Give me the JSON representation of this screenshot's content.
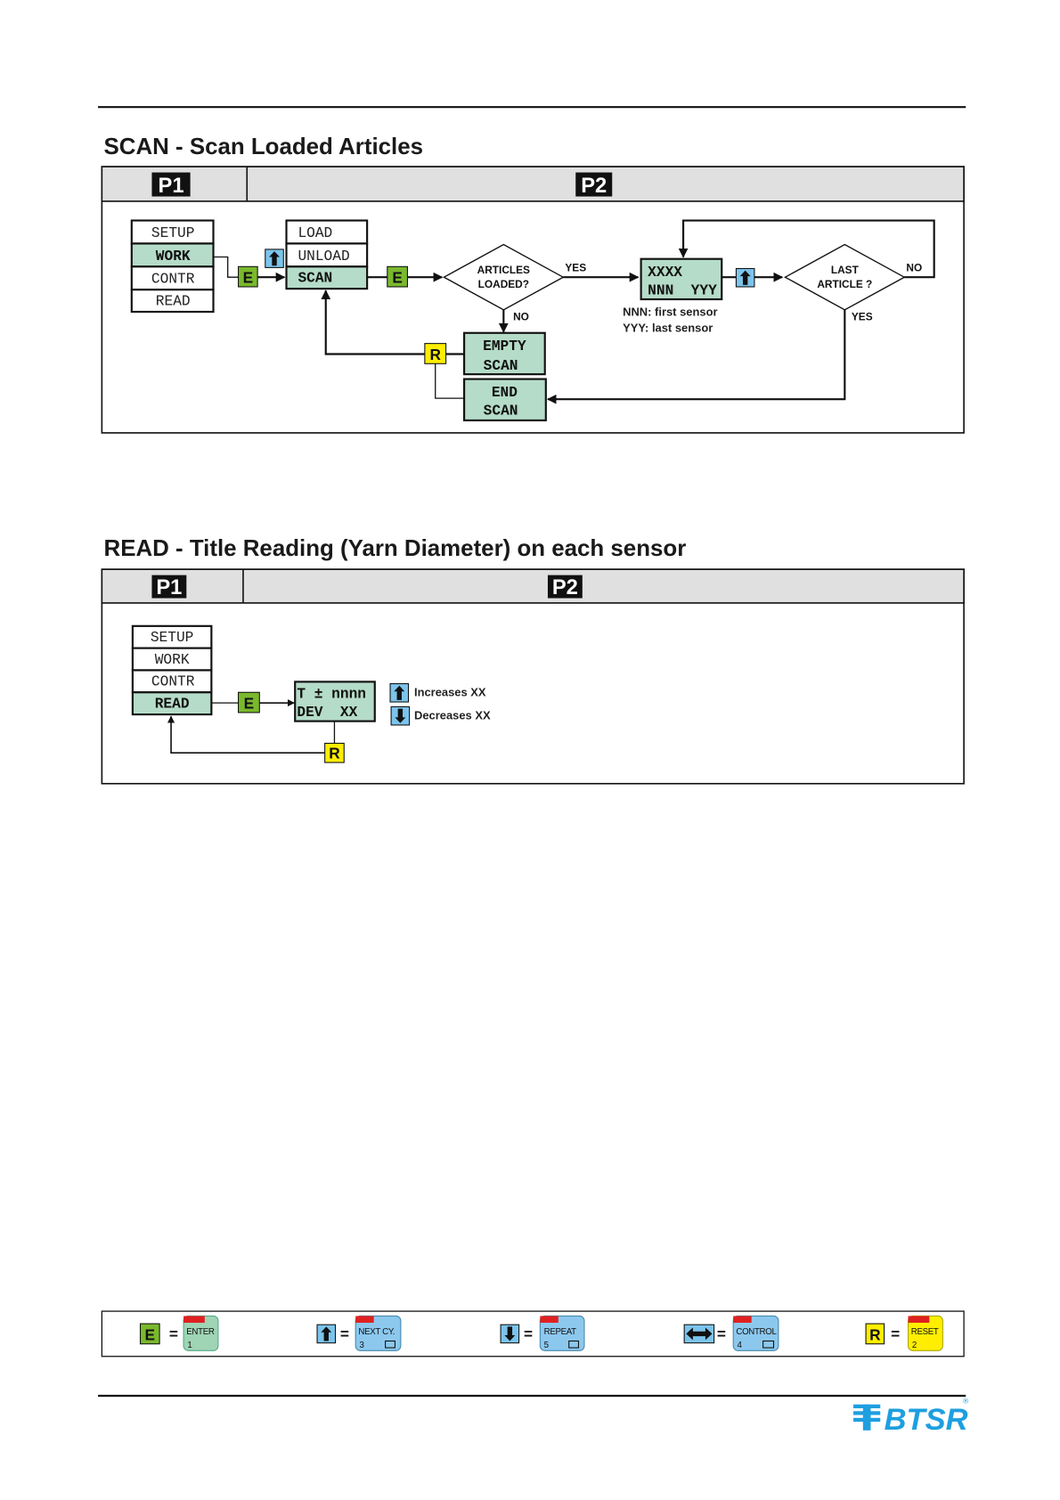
{
  "colors": {
    "green_key": "#7ab92d",
    "menu_selected": "#b5dcc8",
    "reset_key": "#ffee00",
    "arrow_key": "#7cc4ec",
    "header_fill": "#e0e0e0",
    "logo": "#1e9fe0"
  },
  "scan": {
    "title": "SCAN - Scan Loaded Articles",
    "p1": "P1",
    "p2": "P2",
    "menu": [
      "SETUP",
      "WORK",
      "CONTR",
      "READ"
    ],
    "submenu": [
      "LOAD",
      "UNLOAD",
      "SCAN"
    ],
    "key_e": "E",
    "key_r": "R",
    "decision1": [
      "ARTICLES",
      "LOADED?"
    ],
    "yes": "YES",
    "no": "NO",
    "empty_scan": [
      "EMPTY",
      "SCAN"
    ],
    "end_scan": [
      "END",
      "SCAN"
    ],
    "display": [
      "XXXX",
      "NNN  YYY"
    ],
    "notes": [
      "NNN: first sensor",
      "YYY: last sensor"
    ],
    "decision2": [
      "LAST",
      "ARTICLE ?"
    ]
  },
  "read": {
    "title": "READ - Title Reading (Yarn Diameter) on each sensor",
    "p1": "P1",
    "p2": "P2",
    "menu": [
      "SETUP",
      "WORK",
      "CONTR",
      "READ"
    ],
    "key_e": "E",
    "key_r": "R",
    "display": [
      "T ± nnnn",
      "DEV  XX"
    ],
    "increases": "Increases XX",
    "decreases": "Decreases XX"
  },
  "legend": {
    "eq": "=",
    "items": [
      {
        "key": "E",
        "icon": "e-key-icon",
        "button": "ENTER",
        "number": "1"
      },
      {
        "key": "",
        "icon": "arrow-up-icon",
        "button": "NEXT CY.",
        "number": "3"
      },
      {
        "key": "",
        "icon": "arrow-down-icon",
        "button": "REPEAT",
        "number": "5"
      },
      {
        "key": "",
        "icon": "arrow-left-right-icon",
        "button": "CONTROL",
        "number": "4"
      },
      {
        "key": "R",
        "icon": "r-key-icon",
        "button": "RESET",
        "number": "2"
      }
    ]
  },
  "logo": {
    "text": "BTSR",
    "reg": "®"
  }
}
